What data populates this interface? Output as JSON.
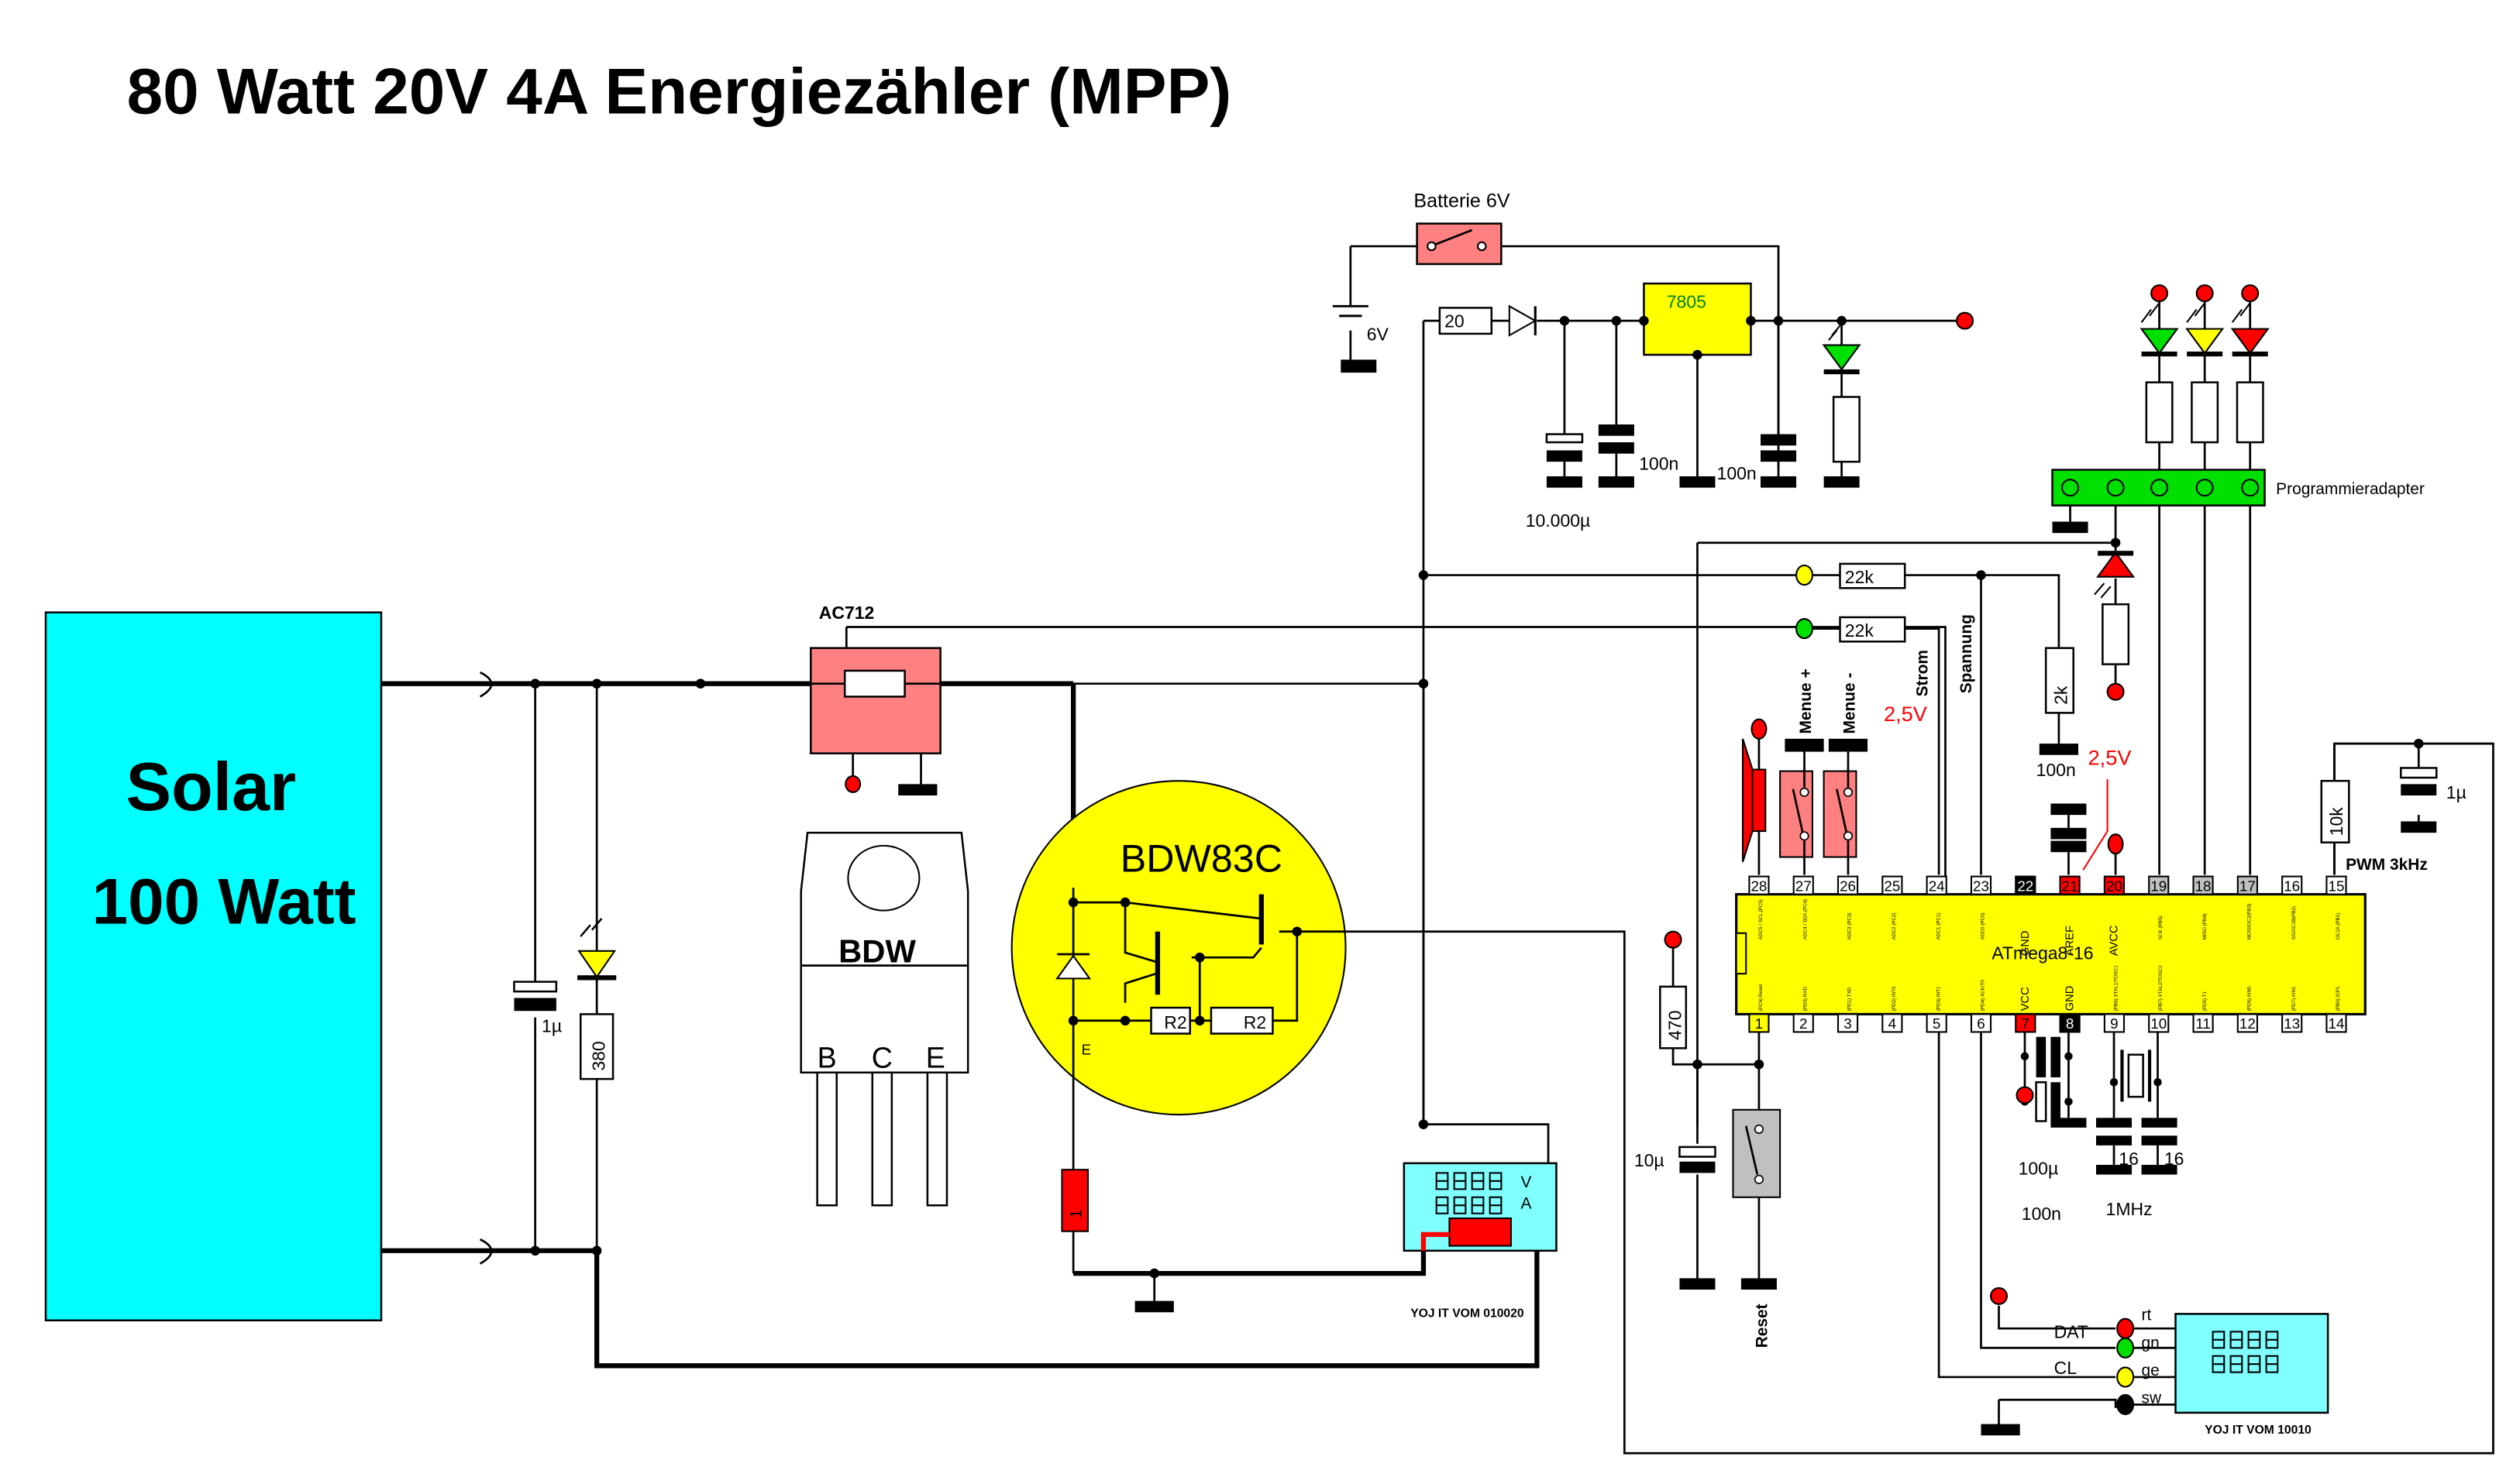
{
  "title": "80 Watt 20V 4A Energiezähler (MPP)",
  "colors": {
    "solar": "#00ffff",
    "sensor": "#ff8080",
    "chip": "#ffff00",
    "led_green": "#00e000",
    "led_yellow": "#ffff00",
    "led_red": "#ff0000",
    "display": "#80ffff",
    "annotation_red": "#ff0000",
    "switch_grey": "#c0c0c0"
  },
  "solar": {
    "line1": "Solar",
    "line2": "100 Watt"
  },
  "input": {
    "cap": "1µ",
    "led_res": "380"
  },
  "sensor": {
    "name": "AC712"
  },
  "transistor_pkg": {
    "name": "BDW",
    "pin_b": "B",
    "pin_c": "C",
    "pin_e": "E"
  },
  "darlington": {
    "name": "BDW83C",
    "r1": "R2",
    "r2": "R2",
    "emitter": "E"
  },
  "shunt": {
    "value": "1"
  },
  "meter1": {
    "unit_v": "V",
    "unit_a": "A",
    "model": "YOJ IT VOM 010020"
  },
  "power": {
    "battery_label": "Batterie 6V",
    "cell_label": "6V",
    "series_res": "20",
    "regulator": "7805",
    "cap_bulk": "10.000µ",
    "cap_in": "100n",
    "cap_out": "100n"
  },
  "signals": {
    "r_voltage": "22k",
    "r_current": "22k",
    "strom": "Strom",
    "spannung": "Spannung",
    "r_divider": "2k",
    "cap_aref": "100n",
    "v_ref1": "2,5V",
    "v_ref2": "2,5V",
    "menu_plus": "Menue +",
    "menu_minus": "Menue -"
  },
  "programmer": {
    "label": "Programmieradapter"
  },
  "mcu": {
    "name": "ATmega8-16",
    "top_pins": [
      "28",
      "27",
      "26",
      "25",
      "24",
      "23",
      "22",
      "21",
      "20",
      "19",
      "18",
      "17",
      "16",
      "15"
    ],
    "bottom_pins": [
      "1",
      "2",
      "3",
      "4",
      "5",
      "6",
      "7",
      "8",
      "9",
      "10",
      "11",
      "12",
      "13",
      "14"
    ],
    "top_labels": [
      "ADC5 / SCL (PC5)",
      "ADC4 / SDA (PC4)",
      "ADC3 (PC3)",
      "ADC2 (PC2)",
      "ADC1 (PC1)",
      "ADC0 (PC0)",
      "GND",
      "AREF",
      "AVCC",
      "SCK (PB5)",
      "MISO (PB4)",
      "MOSI/OC2(PB3)",
      "SS/OC1B(PB2)",
      "OC1A (PB1)"
    ],
    "bottom_labels": [
      "(PC6) Reset",
      "(PD0) RXD",
      "(PD1) TXD",
      "(PD2) INT0",
      "(PD3) INT1",
      "(PD4) XCK/T0",
      "VCC",
      "GND",
      "(PB6) XTAL1/TOSC1",
      "(PB7) XTAL2/TOSC2",
      "(PD5) T1",
      "(PD6) AIN0",
      "(PD7) AIN1",
      "(PB0) ICP1"
    ]
  },
  "reset": {
    "res": "470",
    "cap": "10µ",
    "label": "Reset"
  },
  "supply_caps": {
    "elko": "100µ",
    "cer": "100n"
  },
  "crystal": {
    "freq": "1MHz",
    "c1": "16",
    "c2": "16"
  },
  "pwm": {
    "res": "10k",
    "cap": "1µ",
    "label": "PWM 3kHz"
  },
  "meter2": {
    "model": "YOJ IT VOM 10010",
    "dat": "DAT",
    "cl": "CL",
    "wires": [
      "rt",
      "gn",
      "ge",
      "sw"
    ]
  }
}
